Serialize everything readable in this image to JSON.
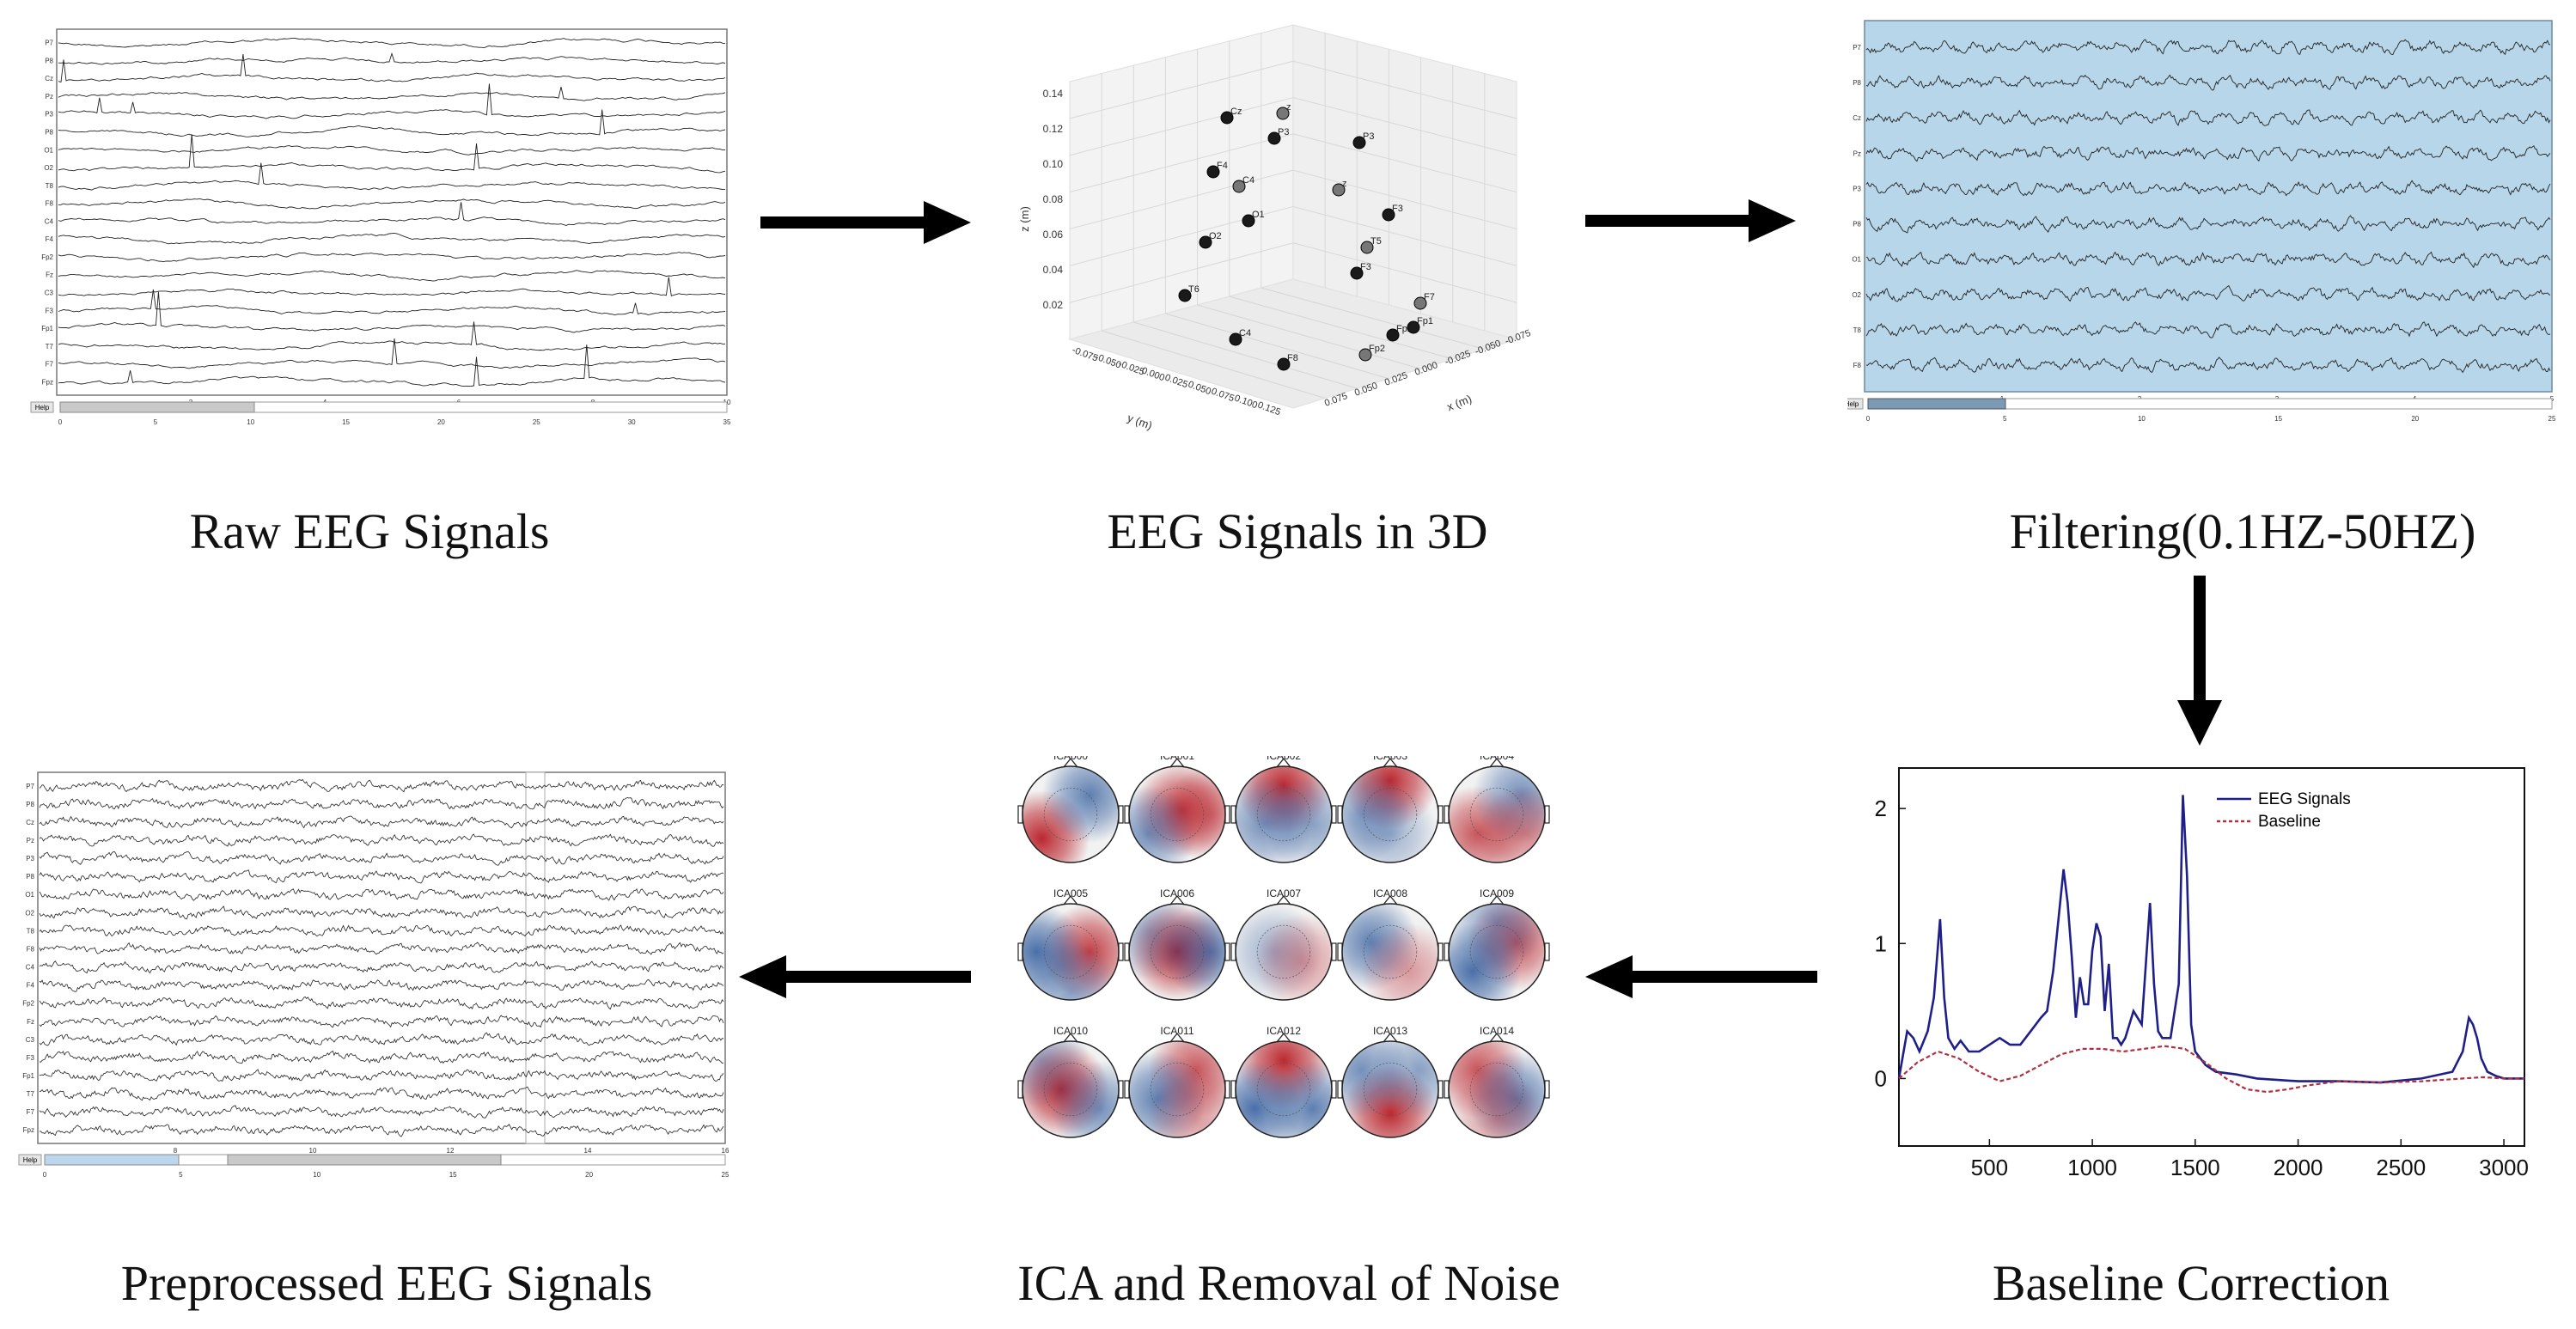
{
  "captions": {
    "raw": "Raw EEG Signals",
    "threed": "EEG Signals in 3D",
    "filter": "Filtering(0.1HZ-50HZ)",
    "baseline": "Baseline Correction",
    "ica": "ICA and Removal of Noise",
    "pre": "Preprocessed EEG Signals"
  },
  "raw_panel": {
    "channels": [
      "P7",
      "P8",
      "Cz",
      "Pz",
      "P3",
      "P8",
      "O1",
      "O2",
      "T8",
      "F8",
      "C4",
      "F4",
      "Fp2",
      "Fz",
      "C3",
      "F3",
      "Fp1",
      "T7",
      "F7",
      "Fpz"
    ],
    "top_ticks": [
      "2",
      "4",
      "6",
      "8",
      "10"
    ],
    "bottom_ticks": [
      "0",
      "5",
      "10",
      "15",
      "20",
      "25",
      "30",
      "35"
    ],
    "help": "Help"
  },
  "filter_panel": {
    "channels": [
      "P7",
      "P8",
      "Cz",
      "Pz",
      "P3",
      "P8",
      "O1",
      "O2",
      "T8",
      "F8"
    ],
    "top_ticks": [
      "1",
      "2",
      "3",
      "4",
      "5"
    ],
    "bottom_ticks": [
      "0",
      "5",
      "10",
      "15",
      "20",
      "25"
    ],
    "help": "Help",
    "fill_color": "#b7d6ea"
  },
  "pre_panel": {
    "channels": [
      "P7",
      "P8",
      "Cz",
      "Pz",
      "P3",
      "P8",
      "O1",
      "O2",
      "T8",
      "F8",
      "C4",
      "F4",
      "Fp2",
      "Fz",
      "C3",
      "F3",
      "Fp1",
      "T7",
      "F7",
      "Fpz"
    ],
    "top_ticks": [
      "8",
      "10",
      "12",
      "14",
      "16"
    ],
    "bottom_ticks": [
      "0",
      "5",
      "10",
      "15",
      "20",
      "25"
    ],
    "help": "Help"
  },
  "threed": {
    "z_ticks": [
      "0.14",
      "0.12",
      "0.10",
      "0.08",
      "0.06",
      "0.04",
      "0.02"
    ],
    "z_label": "z (m)",
    "y_ticks": [
      "-0.075",
      "-0.050",
      "-0.025",
      "0.000",
      "0.025",
      "0.050",
      "0.075",
      "0.100",
      "0.125"
    ],
    "y_label": "y (m)",
    "x_ticks": [
      "0.075",
      "0.050",
      "0.025",
      "0.000",
      "-0.025",
      "-0.050",
      "-0.075"
    ],
    "x_label": "x (m)",
    "points": [
      "Cz",
      "z",
      "P3",
      "F4",
      "C4",
      "O1",
      "P3",
      "z",
      "F3",
      "O2",
      "T5",
      "F3",
      "T6",
      "F7",
      "C4",
      "F8",
      "Fp2",
      "Fpz",
      "Fp1"
    ]
  },
  "ica": {
    "titles": [
      "ICA000",
      "ICA001",
      "ICA002",
      "ICA003",
      "ICA004",
      "ICA005",
      "ICA006",
      "ICA007",
      "ICA008",
      "ICA009",
      "ICA010",
      "ICA011",
      "ICA012",
      "ICA013",
      "ICA014"
    ]
  },
  "chart_data": {
    "type": "line",
    "x_ticks": [
      "500",
      "1000",
      "1500",
      "2000",
      "2500",
      "3000"
    ],
    "y_ticks": [
      "0",
      "1",
      "2"
    ],
    "xlim": [
      60,
      3100
    ],
    "ylim": [
      -0.5,
      2.3
    ],
    "series": [
      {
        "name": "EEG Signals",
        "color": "#1f1f8a",
        "x": [
          60,
          100,
          130,
          160,
          200,
          230,
          260,
          280,
          300,
          330,
          360,
          400,
          450,
          500,
          550,
          600,
          650,
          700,
          750,
          780,
          810,
          840,
          860,
          880,
          900,
          920,
          940,
          960,
          980,
          1000,
          1020,
          1040,
          1060,
          1080,
          1100,
          1120,
          1140,
          1160,
          1200,
          1240,
          1280,
          1300,
          1320,
          1340,
          1380,
          1420,
          1440,
          1460,
          1480,
          1500,
          1550,
          1600,
          1700,
          1800,
          2000,
          2200,
          2400,
          2600,
          2750,
          2800,
          2830,
          2850,
          2870,
          2890,
          2920,
          2960,
          3000,
          3050,
          3100
        ],
        "y": [
          0.0,
          0.35,
          0.3,
          0.2,
          0.35,
          0.6,
          1.18,
          0.6,
          0.3,
          0.22,
          0.28,
          0.2,
          0.2,
          0.25,
          0.3,
          0.25,
          0.25,
          0.35,
          0.45,
          0.5,
          0.8,
          1.25,
          1.55,
          1.3,
          0.9,
          0.45,
          0.75,
          0.55,
          0.55,
          0.95,
          1.15,
          1.05,
          0.5,
          0.85,
          0.3,
          0.3,
          0.25,
          0.3,
          0.5,
          0.4,
          1.3,
          0.7,
          0.35,
          0.3,
          0.3,
          0.7,
          2.1,
          1.5,
          0.4,
          0.2,
          0.1,
          0.05,
          0.03,
          0.0,
          -0.02,
          -0.02,
          -0.03,
          0.0,
          0.05,
          0.2,
          0.45,
          0.4,
          0.3,
          0.15,
          0.05,
          0.02,
          0.0,
          0.0,
          0.0
        ]
      },
      {
        "name": "Baseline",
        "color": "#b03040",
        "x": [
          60,
          150,
          250,
          350,
          450,
          550,
          650,
          750,
          850,
          950,
          1050,
          1150,
          1250,
          1350,
          1450,
          1550,
          1650,
          1750,
          1850,
          1950,
          2050,
          2200,
          2400,
          2600,
          2800,
          2900,
          3000,
          3100
        ],
        "y": [
          0.0,
          0.12,
          0.2,
          0.15,
          0.05,
          -0.02,
          0.02,
          0.1,
          0.18,
          0.22,
          0.22,
          0.2,
          0.22,
          0.24,
          0.22,
          0.12,
          0.0,
          -0.08,
          -0.1,
          -0.08,
          -0.05,
          -0.02,
          -0.03,
          -0.02,
          0.0,
          0.01,
          0.0,
          0.0
        ]
      }
    ]
  }
}
